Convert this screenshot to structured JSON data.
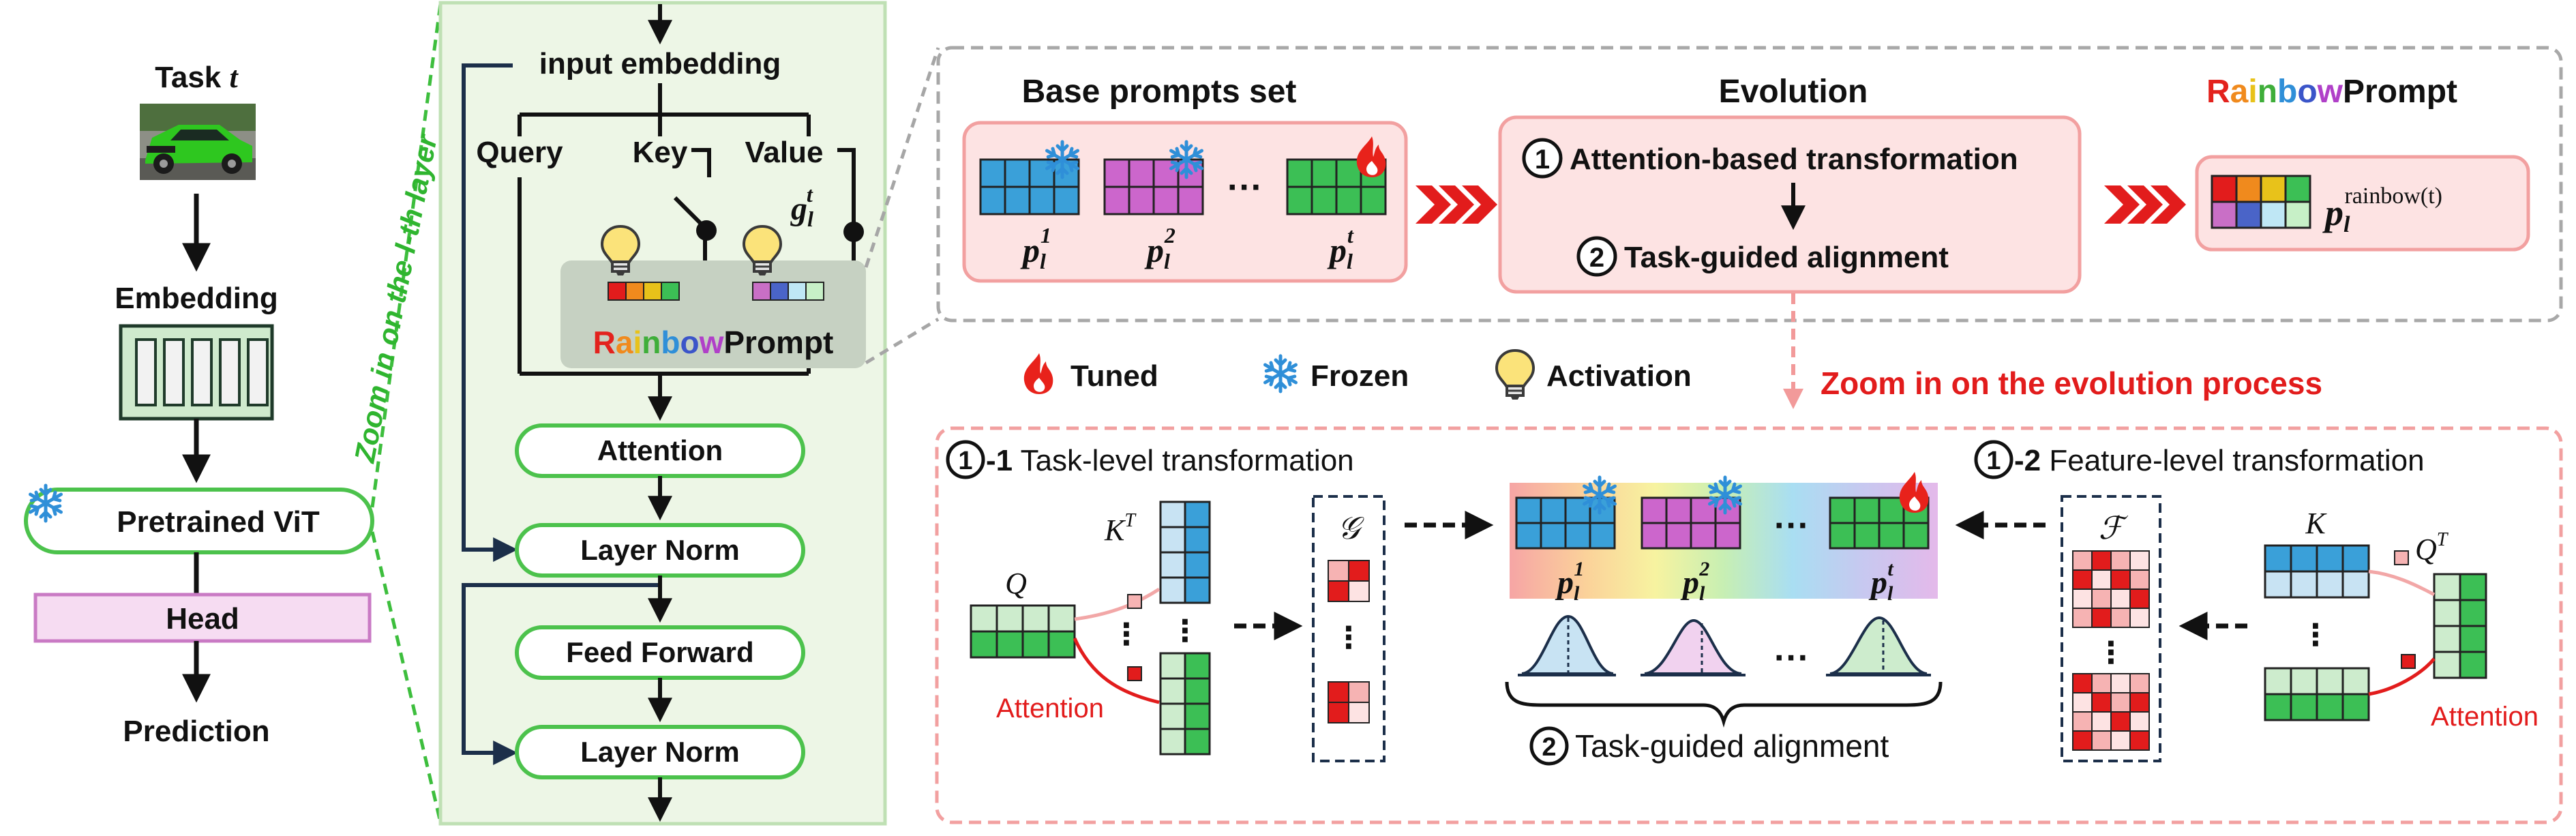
{
  "left": {
    "task_prefix": "Task",
    "task_var": "t",
    "embedding": "Embedding",
    "pretrained_vit": "Pretrained ViT",
    "head": "Head",
    "prediction": "Prediction"
  },
  "zoom_layer": {
    "prefix": "Zoom in on the ",
    "var": "l",
    "suffix": "-th layer"
  },
  "layer": {
    "input_embedding": "input embedding",
    "query": "Query",
    "key": "Key",
    "value": "Value",
    "g_base": "g",
    "g_sub": "l",
    "g_sup": "t",
    "attention": "Attention",
    "layer_norm_1": "Layer Norm",
    "feed_forward": "Feed Forward",
    "layer_norm_2": "Layer Norm"
  },
  "rainbow_word": {
    "letters": [
      "R",
      "a",
      "i",
      "n",
      "b",
      "o",
      "w"
    ],
    "colors": [
      "#e3221d",
      "#f08a1d",
      "#e8c21a",
      "#3fae3a",
      "#2f8fd8",
      "#3b55c9",
      "#b040c8"
    ],
    "suffix": "Prompt"
  },
  "top": {
    "base_prompts_title": "Base prompts set",
    "evolution_title": "Evolution",
    "step1_num": "1",
    "step1_label": "Attention-based transformation",
    "step2_num": "2",
    "step2_label": "Task-guided alignment",
    "p_base": "p",
    "p_sub": "l",
    "p_sups": [
      "1",
      "2",
      "t"
    ],
    "ellipsis": "···",
    "rainbow_sup": "rainbow(t)"
  },
  "legend": {
    "tuned": "Tuned",
    "frozen": "Frozen",
    "activation": "Activation"
  },
  "zoom_evolution": "Zoom in on the evolution process",
  "bottom": {
    "task_level_num": "1",
    "task_level_suffix": "-1",
    "task_level_label": "Task-level transformation",
    "feature_level_num": "1",
    "feature_level_suffix": "-2",
    "feature_level_label": "Feature-level transformation",
    "q_label": "Q",
    "kt_base": "K",
    "kt_sup": "T",
    "g_script": "𝒢",
    "f_script": "ℱ",
    "k_label": "K",
    "qt_base": "Q",
    "qt_sup": "T",
    "attention_left": "Attention",
    "attention_right": "Attention",
    "align_num": "2",
    "align_label": "Task-guided alignment",
    "vdots": "⋮"
  },
  "colors": {
    "blue": "#3aa0d9",
    "magenta": "#cc66cc",
    "green": "#3cbf55",
    "red": "#e21c1c",
    "pink_bg": "#fde3e3",
    "pink_border": "#f2a0a0",
    "green_border": "#4cc24c",
    "head_fill": "#f6dcf2",
    "head_border": "#c97ac4"
  }
}
